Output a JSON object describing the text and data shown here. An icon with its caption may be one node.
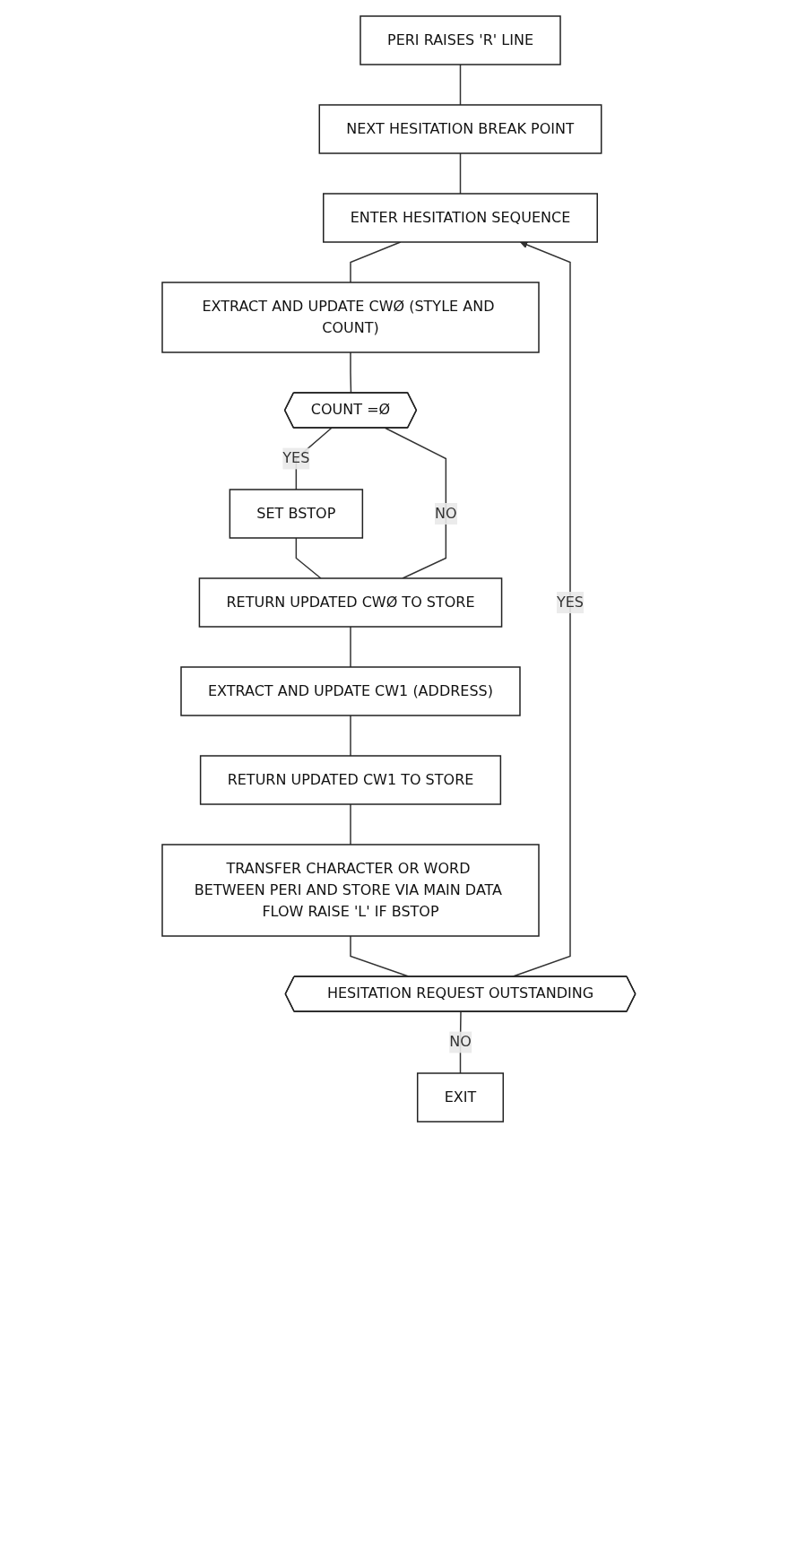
{
  "diagram": {
    "nodes": [
      {
        "text": [
          "PERI RAISES 'R' LINE"
        ]
      },
      {
        "text": [
          "NEXT HESITATION BREAK POINT"
        ]
      },
      {
        "text": [
          "ENTER HESITATION SEQUENCE"
        ]
      },
      {
        "text": [
          "EXTRACT AND UPDATE CWØ (STYLE AND COUNT)"
        ]
      },
      {
        "text": [
          "COUNT =Ø"
        ]
      },
      {
        "text": [
          "SET BSTOP"
        ]
      },
      {
        "text": [
          "RETURN UPDATED CWØ TO STORE"
        ]
      },
      {
        "text": [
          "EXTRACT AND UPDATE CW1 (ADDRESS)"
        ]
      },
      {
        "text": [
          "RETURN UPDATED CW1 TO STORE"
        ]
      },
      {
        "text": [
          "TRANSFER CHARACTER OR WORD BETWEEN PERI AND STORE VIA MAIN DATA FLOW RAISE 'L' IF BSTOP"
        ]
      },
      {
        "text": [
          "HESITATION REQUEST OUTSTANDING"
        ]
      },
      {
        "text": [
          "EXIT"
        ]
      }
    ],
    "edges": [
      {
        "from": 0,
        "to": 1,
        "arrow": "none"
      },
      {
        "from": 1,
        "to": 2,
        "arrow": "none"
      },
      {
        "from": 2,
        "to": 3,
        "arrow": "none"
      },
      {
        "from": 3,
        "to": 4,
        "arrow": "none"
      },
      {
        "from": 4,
        "to": 5,
        "label": "YES",
        "arrow": "none"
      },
      {
        "from": 5,
        "to": 6,
        "arrow": "none"
      },
      {
        "from": 4,
        "to": 6,
        "label": "NO",
        "arrow": "none"
      },
      {
        "from": 6,
        "to": 7,
        "arrow": "none"
      },
      {
        "from": 7,
        "to": 8,
        "arrow": "none"
      },
      {
        "from": 8,
        "to": 9,
        "arrow": "none"
      },
      {
        "from": 9,
        "to": 10,
        "arrow": "none"
      },
      {
        "from": 10,
        "to": 2,
        "label": "YES",
        "arrow": "to"
      },
      {
        "from": 10,
        "to": 11,
        "label": "NO",
        "arrow": "none"
      }
    ]
  }
}
